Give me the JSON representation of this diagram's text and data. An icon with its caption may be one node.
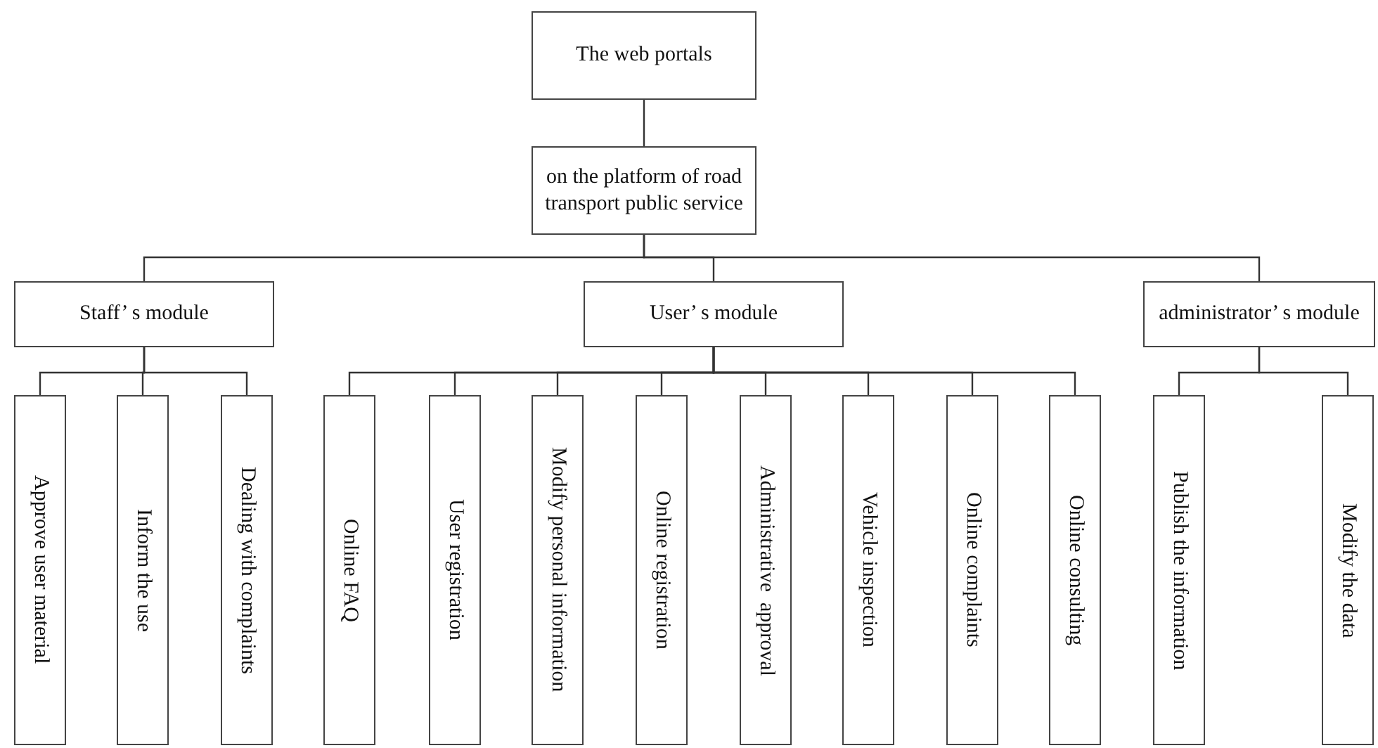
{
  "diagram": {
    "nodes": [
      {
        "text": [
          "The web portals"
        ]
      },
      {
        "text": [
          "on the platform of road transport public service"
        ]
      },
      {
        "text": [
          "Staff’ s module"
        ]
      },
      {
        "text": [
          "User’ s module"
        ]
      },
      {
        "text": [
          "administrator’ s module"
        ]
      },
      {
        "text": [
          "Approve user material"
        ]
      },
      {
        "text": [
          "Inform the use"
        ]
      },
      {
        "text": [
          "Dealing with complaints"
        ]
      },
      {
        "text": [
          "Online FAQ"
        ]
      },
      {
        "text": [
          "User registration"
        ]
      },
      {
        "text": [
          "Modify personal information"
        ]
      },
      {
        "text": [
          "Online registration"
        ]
      },
      {
        "text": [
          "Administrative  approval"
        ]
      },
      {
        "text": [
          "Vehicle inspection"
        ]
      },
      {
        "text": [
          "Online complaints"
        ]
      },
      {
        "text": [
          "Online consulting"
        ]
      },
      {
        "text": [
          "Publish the information"
        ]
      },
      {
        "text": [
          "Modify the data"
        ]
      }
    ],
    "edges": [
      {
        "from": 0,
        "to": 1,
        "arrow": "none"
      },
      {
        "from": 1,
        "to": 2,
        "arrow": "none"
      },
      {
        "from": 1,
        "to": 3,
        "arrow": "none"
      },
      {
        "from": 1,
        "to": 4,
        "arrow": "none"
      },
      {
        "from": 2,
        "to": 5,
        "arrow": "none"
      },
      {
        "from": 2,
        "to": 6,
        "arrow": "none"
      },
      {
        "from": 2,
        "to": 7,
        "arrow": "none"
      },
      {
        "from": 3,
        "to": 8,
        "arrow": "none"
      },
      {
        "from": 3,
        "to": 9,
        "arrow": "none"
      },
      {
        "from": 3,
        "to": 10,
        "arrow": "none"
      },
      {
        "from": 3,
        "to": 11,
        "arrow": "none"
      },
      {
        "from": 3,
        "to": 12,
        "arrow": "none"
      },
      {
        "from": 3,
        "to": 13,
        "arrow": "none"
      },
      {
        "from": 3,
        "to": 14,
        "arrow": "none"
      },
      {
        "from": 3,
        "to": 15,
        "arrow": "none"
      },
      {
        "from": 4,
        "to": 16,
        "arrow": "none"
      },
      {
        "from": 4,
        "to": 17,
        "arrow": "none"
      }
    ]
  }
}
